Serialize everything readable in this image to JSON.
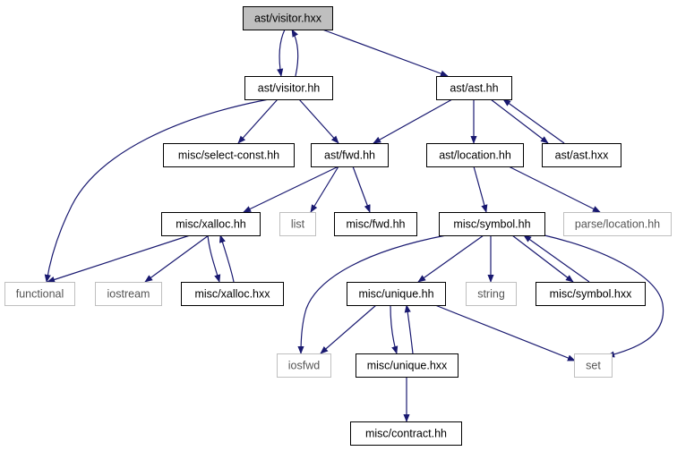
{
  "colors": {
    "edge": "#191970",
    "box_border": "#000000",
    "external_border": "#bfbfbf",
    "root_fill": "#bfbfbf",
    "external_text": "#555555",
    "text": "#000000"
  },
  "nodes": [
    {
      "id": "ast-visitor-hxx",
      "label": "ast/visitor.hxx",
      "kind": "root"
    },
    {
      "id": "ast-visitor-hh",
      "label": "ast/visitor.hh",
      "kind": "file"
    },
    {
      "id": "ast-ast-hh",
      "label": "ast/ast.hh",
      "kind": "file"
    },
    {
      "id": "misc-select-const-hh",
      "label": "misc/select-const.hh",
      "kind": "file"
    },
    {
      "id": "ast-fwd-hh",
      "label": "ast/fwd.hh",
      "kind": "file"
    },
    {
      "id": "ast-location-hh",
      "label": "ast/location.hh",
      "kind": "file"
    },
    {
      "id": "ast-ast-hxx",
      "label": "ast/ast.hxx",
      "kind": "file"
    },
    {
      "id": "misc-xalloc-hh",
      "label": "misc/xalloc.hh",
      "kind": "file"
    },
    {
      "id": "list",
      "label": "list",
      "kind": "external"
    },
    {
      "id": "misc-fwd-hh",
      "label": "misc/fwd.hh",
      "kind": "file"
    },
    {
      "id": "misc-symbol-hh",
      "label": "misc/symbol.hh",
      "kind": "file"
    },
    {
      "id": "parse-location-hh",
      "label": "parse/location.hh",
      "kind": "external"
    },
    {
      "id": "functional",
      "label": "functional",
      "kind": "external"
    },
    {
      "id": "iostream",
      "label": "iostream",
      "kind": "external"
    },
    {
      "id": "misc-xalloc-hxx",
      "label": "misc/xalloc.hxx",
      "kind": "file"
    },
    {
      "id": "misc-unique-hh",
      "label": "misc/unique.hh",
      "kind": "file"
    },
    {
      "id": "string",
      "label": "string",
      "kind": "external"
    },
    {
      "id": "misc-symbol-hxx",
      "label": "misc/symbol.hxx",
      "kind": "file"
    },
    {
      "id": "iosfwd",
      "label": "iosfwd",
      "kind": "external"
    },
    {
      "id": "misc-unique-hxx",
      "label": "misc/unique.hxx",
      "kind": "file"
    },
    {
      "id": "set",
      "label": "set",
      "kind": "external"
    },
    {
      "id": "misc-contract-hh",
      "label": "misc/contract.hh",
      "kind": "file"
    }
  ],
  "edges": [
    {
      "from": "ast-visitor-hxx",
      "to": "ast-visitor-hh"
    },
    {
      "from": "ast-visitor-hh",
      "to": "ast-visitor-hxx"
    },
    {
      "from": "ast-visitor-hxx",
      "to": "ast-ast-hh"
    },
    {
      "from": "ast-visitor-hh",
      "to": "misc-select-const-hh"
    },
    {
      "from": "ast-visitor-hh",
      "to": "ast-fwd-hh"
    },
    {
      "from": "ast-visitor-hh",
      "to": "functional"
    },
    {
      "from": "ast-ast-hh",
      "to": "ast-fwd-hh"
    },
    {
      "from": "ast-ast-hh",
      "to": "ast-location-hh"
    },
    {
      "from": "ast-ast-hh",
      "to": "ast-ast-hxx"
    },
    {
      "from": "ast-ast-hxx",
      "to": "ast-ast-hh"
    },
    {
      "from": "ast-fwd-hh",
      "to": "misc-xalloc-hh"
    },
    {
      "from": "ast-fwd-hh",
      "to": "list"
    },
    {
      "from": "ast-fwd-hh",
      "to": "misc-fwd-hh"
    },
    {
      "from": "ast-location-hh",
      "to": "misc-symbol-hh"
    },
    {
      "from": "ast-location-hh",
      "to": "parse-location-hh"
    },
    {
      "from": "misc-xalloc-hh",
      "to": "functional"
    },
    {
      "from": "misc-xalloc-hh",
      "to": "iostream"
    },
    {
      "from": "misc-xalloc-hh",
      "to": "misc-xalloc-hxx"
    },
    {
      "from": "misc-xalloc-hxx",
      "to": "misc-xalloc-hh"
    },
    {
      "from": "misc-symbol-hh",
      "to": "iosfwd"
    },
    {
      "from": "misc-symbol-hh",
      "to": "misc-unique-hh"
    },
    {
      "from": "misc-symbol-hh",
      "to": "string"
    },
    {
      "from": "misc-symbol-hh",
      "to": "misc-symbol-hxx"
    },
    {
      "from": "misc-symbol-hxx",
      "to": "misc-symbol-hh"
    },
    {
      "from": "misc-symbol-hh",
      "to": "set"
    },
    {
      "from": "misc-unique-hh",
      "to": "iosfwd"
    },
    {
      "from": "misc-unique-hh",
      "to": "misc-unique-hxx"
    },
    {
      "from": "misc-unique-hxx",
      "to": "misc-unique-hh"
    },
    {
      "from": "misc-unique-hh",
      "to": "set"
    },
    {
      "from": "misc-unique-hxx",
      "to": "misc-contract-hh"
    }
  ]
}
